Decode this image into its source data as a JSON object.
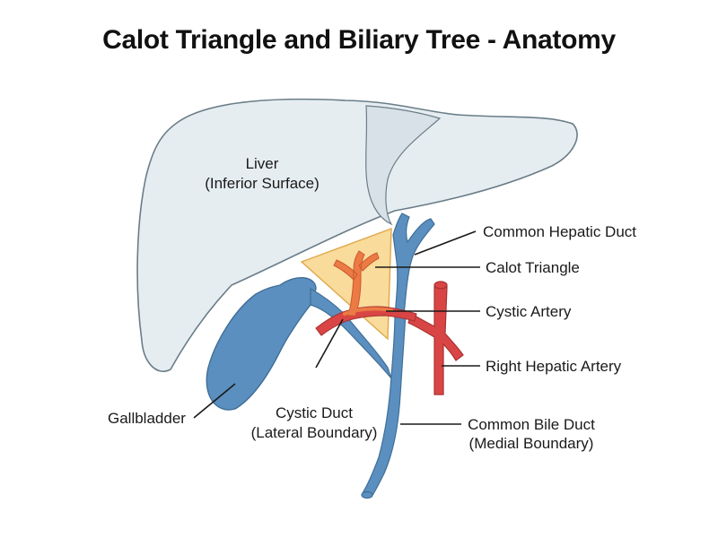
{
  "title": "Calot Triangle and Biliary Tree - Anatomy",
  "colors": {
    "liver_fill": "#e6edf1",
    "outline": "#6a7d88",
    "duct_fill": "#5b8fbf",
    "artery_fill": "#d94545",
    "triangle_fill": "#f7cf7a",
    "leader_line": "#1a1a1a"
  },
  "labels": {
    "liver_line1": "Liver",
    "liver_line2": "(Inferior Surface)",
    "common_hepatic_duct": "Common Hepatic Duct",
    "calot_triangle": "Calot Triangle",
    "cystic_artery": "Cystic Artery",
    "right_hepatic_artery": "Right Hepatic Artery",
    "gallbladder": "Gallbladder",
    "cystic_duct_line1": "Cystic Duct",
    "cystic_duct_line2": "(Lateral Boundary)",
    "common_bile_duct_line1": "Common Bile Duct",
    "common_bile_duct_line2": "(Medial Boundary)"
  }
}
